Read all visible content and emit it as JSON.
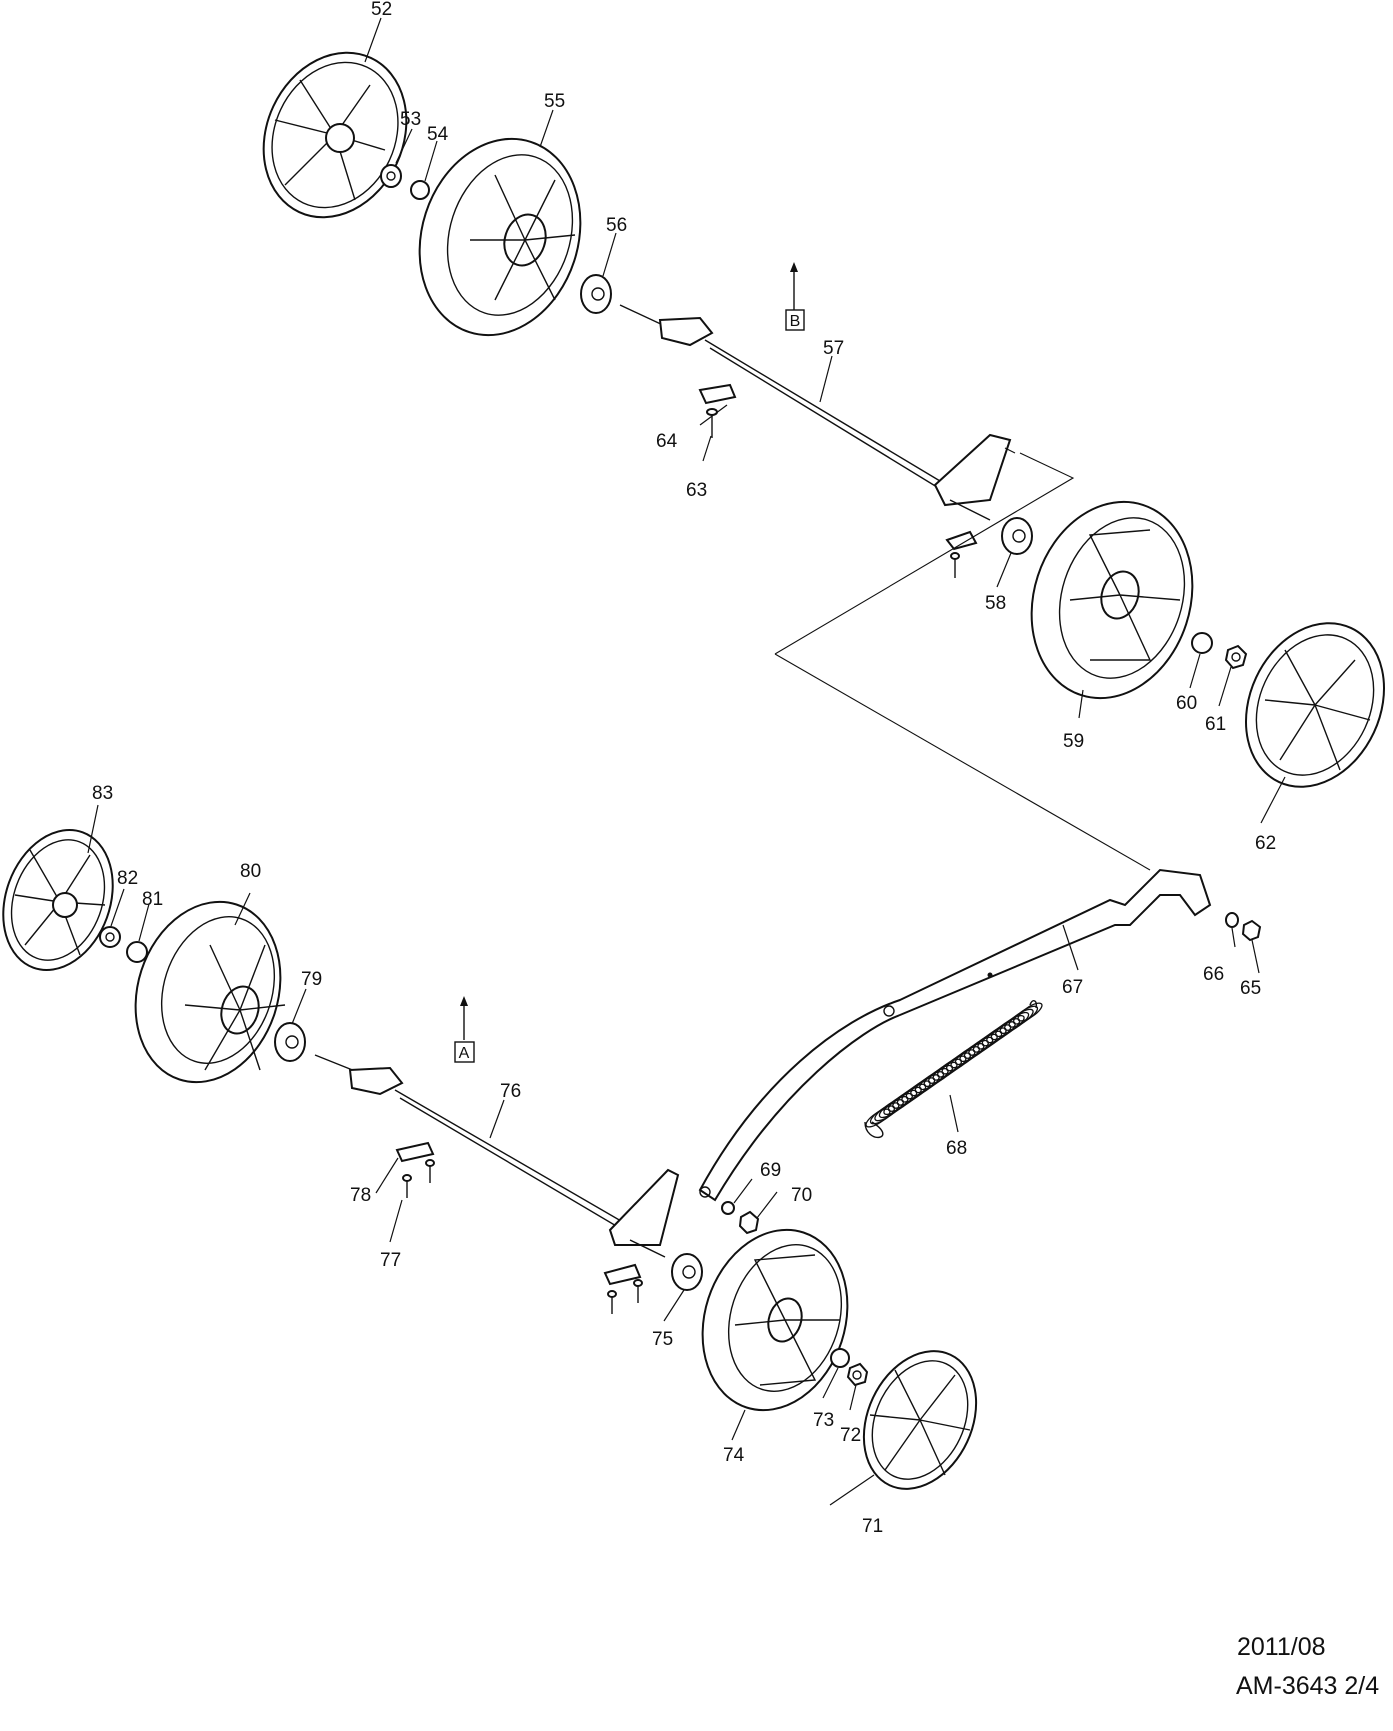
{
  "labels": {
    "p52": "52",
    "p53": "53",
    "p54": "54",
    "p55": "55",
    "p56": "56",
    "p57": "57",
    "p58": "58",
    "p59": "59",
    "p60": "60",
    "p61": "61",
    "p62": "62",
    "p63": "63",
    "p64": "64",
    "p65": "65",
    "p66": "66",
    "p67": "67",
    "p68": "68",
    "p69": "69",
    "p70": "70",
    "p71": "71",
    "p72": "72",
    "p73": "73",
    "p74": "74",
    "p75": "75",
    "p76": "76",
    "p77": "77",
    "p78": "78",
    "p79": "79",
    "p80": "80",
    "p81": "81",
    "p82": "82",
    "p83": "83"
  },
  "markers": {
    "a": "A",
    "b": "B"
  },
  "footer": {
    "date": "2011/08",
    "code": "AM-3643 2/4"
  }
}
